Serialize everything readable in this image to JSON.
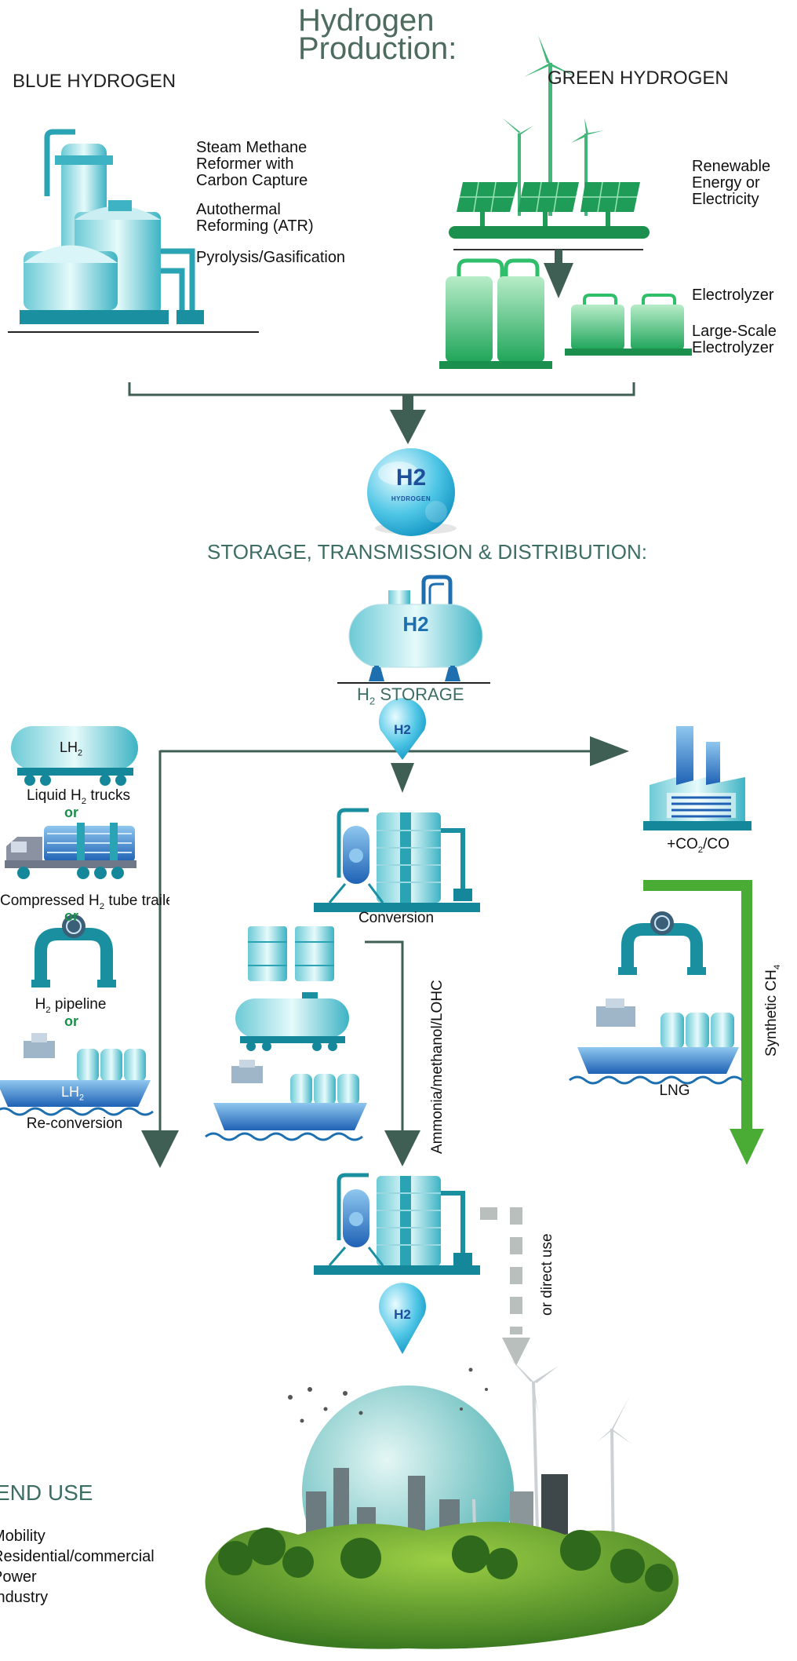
{
  "title": {
    "line1": "Hydrogen",
    "line2": "Production:"
  },
  "blue": {
    "heading": "BLUE HYDROGEN",
    "methods": [
      {
        "lines": [
          "Steam Methane",
          "Reformer with",
          "Carbon Capture"
        ]
      },
      {
        "lines": [
          "Autothermal",
          "Reforming (ATR)"
        ]
      },
      {
        "lines": [
          "Pyrolysis/Gasification"
        ]
      }
    ]
  },
  "green": {
    "heading": "GREEN HYDROGEN",
    "renewable": [
      "Renewable",
      "Energy or",
      "Electricity"
    ],
    "electrolyzer": "Electrolyzer",
    "large": [
      "Large-Scale",
      "Electrolyzer"
    ]
  },
  "h2_badge": {
    "symbol": "H2",
    "word": "HYDROGEN"
  },
  "storage": {
    "heading": "STORAGE, TRANSMISSION & DISTRIBUTION:",
    "tank_label": "H2",
    "label_prefix": "H",
    "label_sub": "2",
    "label_rest": " STORAGE"
  },
  "left": {
    "truck_tank": {
      "prefix": "LH",
      "sub": "2"
    },
    "items": [
      {
        "prefix": "Liquid H",
        "sub": "2",
        "rest": " trucks"
      },
      {
        "prefix": "Compressed H",
        "sub": "2",
        "rest": " tube trailers"
      },
      {
        "prefix": "H",
        "sub": "2",
        "rest": " pipeline"
      }
    ],
    "or": "or",
    "ship_tank": {
      "prefix": "LH",
      "sub": "2"
    },
    "reconversion": "Re-conversion"
  },
  "middle": {
    "conversion": "Conversion",
    "carrier": "Ammonia/methanol/LOHC"
  },
  "right": {
    "co_prefix": "+CO",
    "co_sub": "2",
    "co_rest": "/CO",
    "synthetic_prefix": "Synthetic CH",
    "synthetic_sub": "4",
    "lng": "LNG"
  },
  "direct_use": "or direct use",
  "end_use": {
    "heading": "END USE",
    "items": [
      "Mobility",
      "Residential/commercial",
      "Power",
      "Industry"
    ]
  },
  "colors": {
    "title": "#4d6b5f",
    "arrow": "#3f5f55",
    "green_arrow": "#4aab35",
    "teal": "#2aa3b5",
    "green": "#2fbf6a",
    "dashed": "#b8bfbc"
  }
}
